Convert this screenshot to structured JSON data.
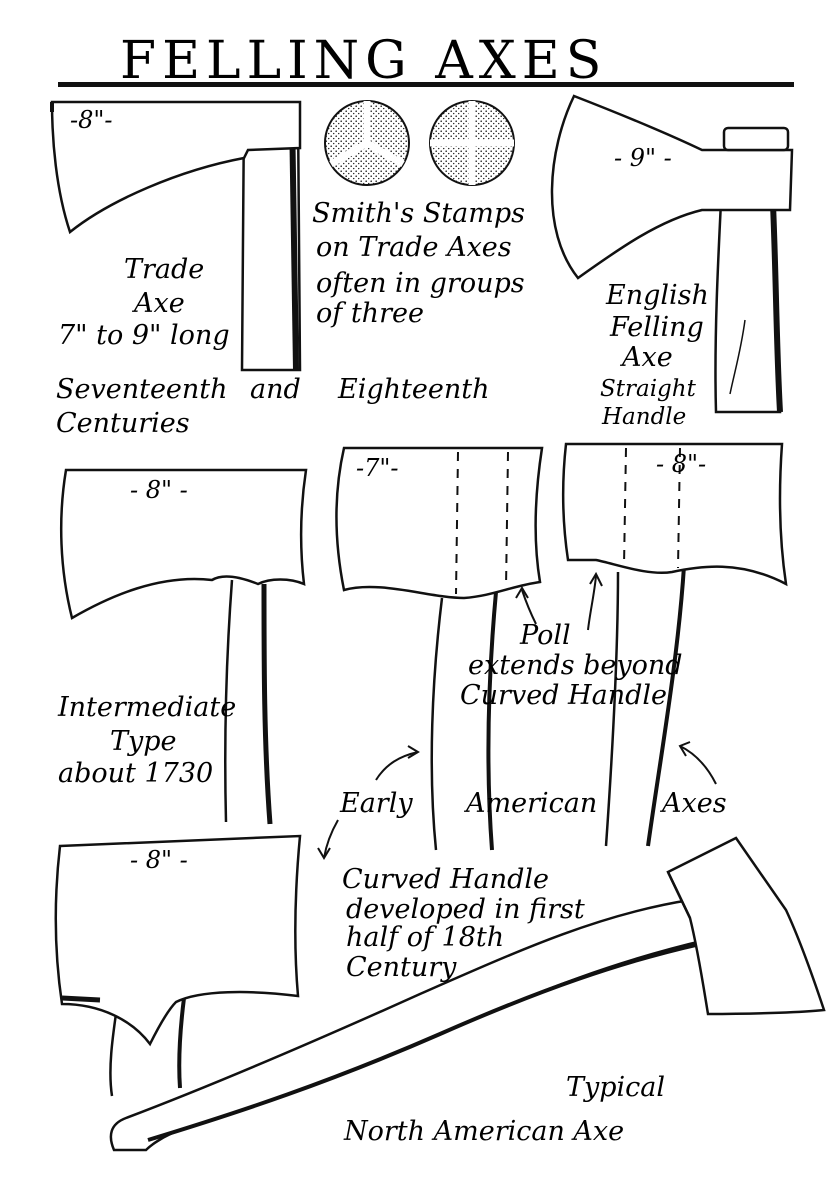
{
  "title": "FELLING AXES",
  "dimensions": {
    "trade": "-8\"-",
    "english": "- 9\" -",
    "intermediate": "- 8\" -",
    "early_a": "-7\"-",
    "early_b": "- 8\"-",
    "curved": "- 8\" -"
  },
  "trade_axe": {
    "line1": "Trade",
    "line2": "Axe",
    "line3": "7\" to 9\" long"
  },
  "stamps": {
    "line1": "Smith's Stamps",
    "line2": "on Trade Axes",
    "line3": "often in groups",
    "line4": "of three"
  },
  "english_axe": {
    "line1": "English",
    "line2": "Felling",
    "line3": "Axe",
    "line4": "Straight",
    "line5": "Handle"
  },
  "centuries": {
    "word1": "Seventeenth",
    "word2": "and",
    "word3": "Eighteenth",
    "line2": "Centuries"
  },
  "poll_note": {
    "line1": "Poll",
    "line2": "extends beyond",
    "line3": "Curved Handle"
  },
  "intermediate": {
    "line1": "Intermediate",
    "line2": "Type",
    "line3": "about 1730"
  },
  "early_american": {
    "word1": "Early",
    "word2": "American",
    "word3": "Axes"
  },
  "curved_handle": {
    "line1": "Curved Handle",
    "line2": "developed in first",
    "line3": "half of 18th",
    "line4": "Century"
  },
  "typical": {
    "line1": "Typical",
    "line2": "North American Axe"
  }
}
